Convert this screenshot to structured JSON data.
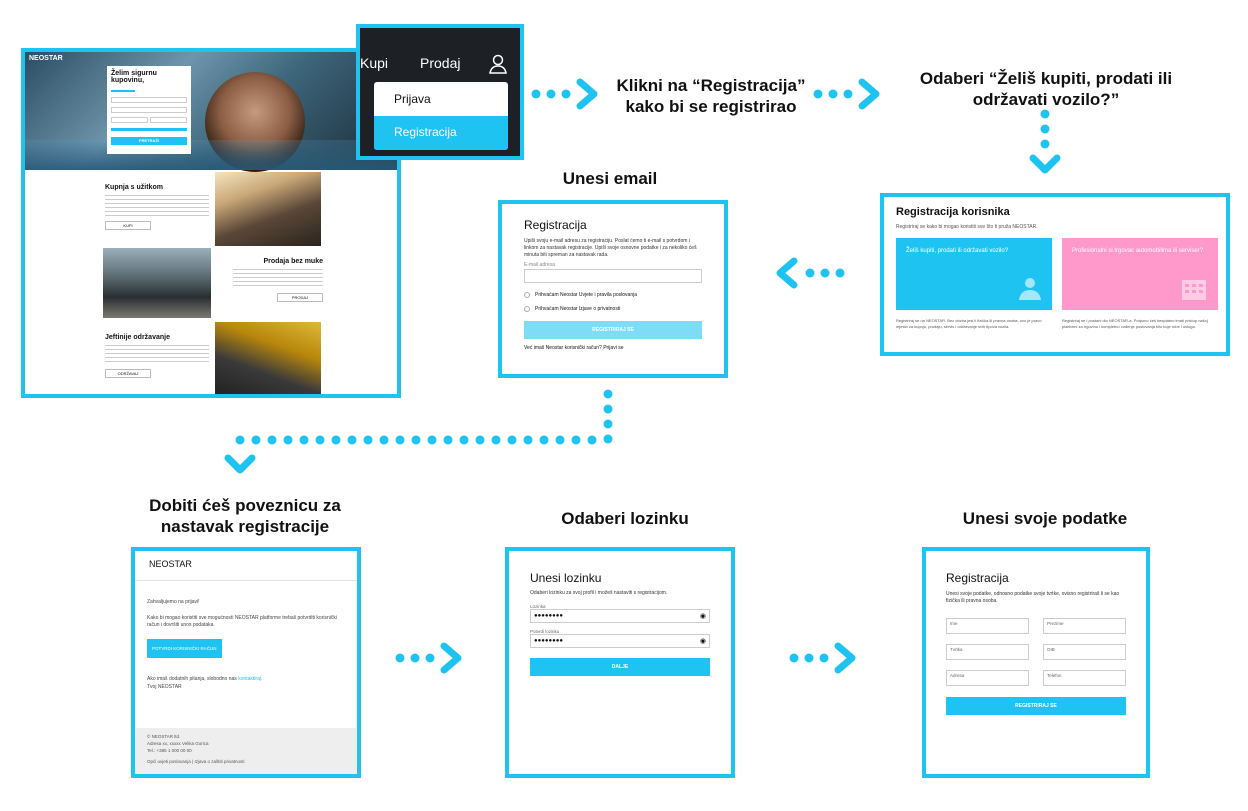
{
  "colors": {
    "accent": "#1ec3f2",
    "pink": "#ff99cc",
    "dark": "#1d2025"
  },
  "steps": {
    "click": "Klikni na “Registracija” kako bi se registrirao",
    "choose": "Odaberi “Želiš kupiti, prodati ili održavati vozilo?”",
    "email": "Unesi email",
    "link": "Dobiti ćeš poveznicu za nastavak registracije",
    "password": "Odaberi lozinku",
    "details": "Unesi svoje podatke"
  },
  "homepage": {
    "brand": "NEOSTAR",
    "hero_title": "Želim sigurnu kupovinu,",
    "hero_button": "PRETRAŽI",
    "sections": [
      {
        "title": "Kupnja s užitkom",
        "button": "KUPI"
      },
      {
        "title": "Prodaja bez muke",
        "button": "PRODAJ"
      },
      {
        "title": "Jeftinije održavanje",
        "button": "ODRŽAVAJ"
      }
    ]
  },
  "menu": {
    "buy": "Kupi",
    "sell": "Prodaj",
    "user_icon": "user-icon",
    "login": "Prijava",
    "register": "Registracija"
  },
  "user_reg": {
    "title": "Registracija korisnika",
    "subtitle": "Registriraj se kako bi mogao koristiti sve što ti pruža NEOSTAR.",
    "card1": "Želiš kupiti, prodati ili održavati vozilo?",
    "card2": "Profesionalni si trgovac automobilima ili serviser?",
    "desc1": "Registriraj se na NEOSTAR. Bez obzira jesi li fizička ili pravna osoba, ovo je pravo mjesto za kupnju, prodaju, servis i održavanje svih tipova vozila.",
    "desc2": "Registriraj se i postani dio NEOSTAR-a. Potpuno ćeš besplatno imati pristup našoj platformi za trgovinu i kompletno vođenje poslovanja bilo koje robe i usluga."
  },
  "email_form": {
    "title": "Registracija",
    "text": "Upiši svoju e-mail adresu za registraciju. Poslat ćemo ti e-mail s potvrdom i linkom za nastavak registracije. Upiši svoje osnovne podatke i za nekoliko ćeš minuta biti spreman za nastavak rada.",
    "email_placeholder": "E-mail adresa",
    "terms": "Prihvaćam Neostar Uvjete i pravila poslovanja",
    "privacy": "Prihvaćam Neostar Izjave o privatnosti",
    "button": "REGISTRIRAJ SE",
    "login_hint": "Već imaš Neostar korisnički račun? Prijavi se"
  },
  "confirm_email": {
    "brand": "NEOSTAR",
    "greeting": "Zahvaljujemo na prijavi!",
    "body": "Kako bi mogao koristiti sve mogućnosti NEOSTAR platforme trebaš potvrditi korisnički račun i dovršiti unos podataka.",
    "button": "POTVRDI KORISNIČKI RAČUN",
    "question": "Ako imaš dodatnih pitanja, slobodno nas",
    "contact": "kontaktiraj.",
    "sign": "Tvoj NEOSTAR",
    "footer_company": "© NEOSTAR ltd.",
    "footer_address": "Adresa xx, xxxxx Velika Gorica",
    "footer_phone": "Tel.: +385 1 000 00 00",
    "footer_links": "Opći uvjeti poslovanja | Izjava o zaštiti privatnosti"
  },
  "password_form": {
    "title": "Unesi lozinku",
    "text": "Odaberi lozinku za svoj profil i možeš nastaviti s registracijom.",
    "password_label": "Lozinka",
    "confirm_label": "Potvrdi lozinku",
    "masked": "●●●●●●●●",
    "button": "DALJE"
  },
  "details_form": {
    "title": "Registracija",
    "text": "Unesi svoje podatke, odnosno podatke svoje tvrtke, ovisno registriraš li se kao fizička ili pravna osoba.",
    "first": "Ime",
    "last": "Prezime",
    "company": "Tvrtka",
    "oib": "OIB",
    "address": "Adresa",
    "phone": "Telefon",
    "button": "REGISTRIRAJ SE"
  }
}
